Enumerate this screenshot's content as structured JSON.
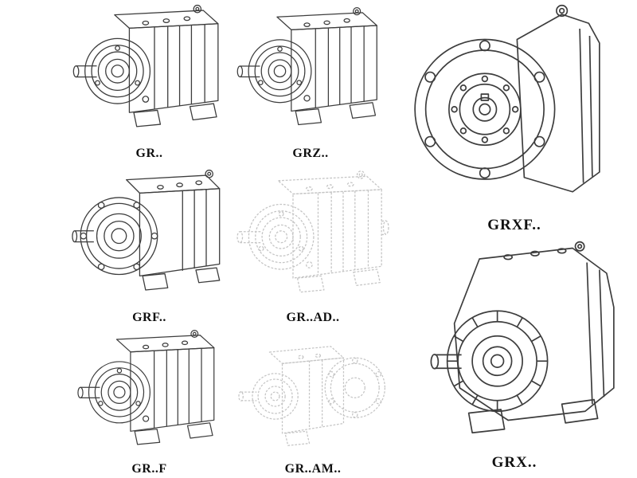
{
  "page": {
    "background": "#ffffff",
    "line_color": "#3d3d3d",
    "light_line_color": "#c5c5c5",
    "label_color": "#101010"
  },
  "items": [
    {
      "label": "GR..",
      "style": "solid",
      "drawing": "inline-helical-gear-reducer-foot-mounted"
    },
    {
      "label": "GRZ..",
      "style": "solid",
      "drawing": "inline-helical-gear-reducer-foot-mounted"
    },
    {
      "label": "GRXF..",
      "style": "solid",
      "drawing": "flange-mounted-gear-reducer-front-view"
    },
    {
      "label": "GRF..",
      "style": "solid",
      "drawing": "flange-gear-reducer-with-feet"
    },
    {
      "label": "GR..AD..",
      "style": "light",
      "drawing": "gear-reducer-with-input-adapter"
    },
    {
      "label": "GR..F",
      "style": "solid",
      "drawing": "gear-reducer-foot-mounted-on-base"
    },
    {
      "label": "GR..AM..",
      "style": "light",
      "drawing": "gear-reducer-with-output-flange"
    },
    {
      "label": "GRX..",
      "style": "solid",
      "drawing": "large-helical-gear-reducer-ribbed-face"
    }
  ]
}
